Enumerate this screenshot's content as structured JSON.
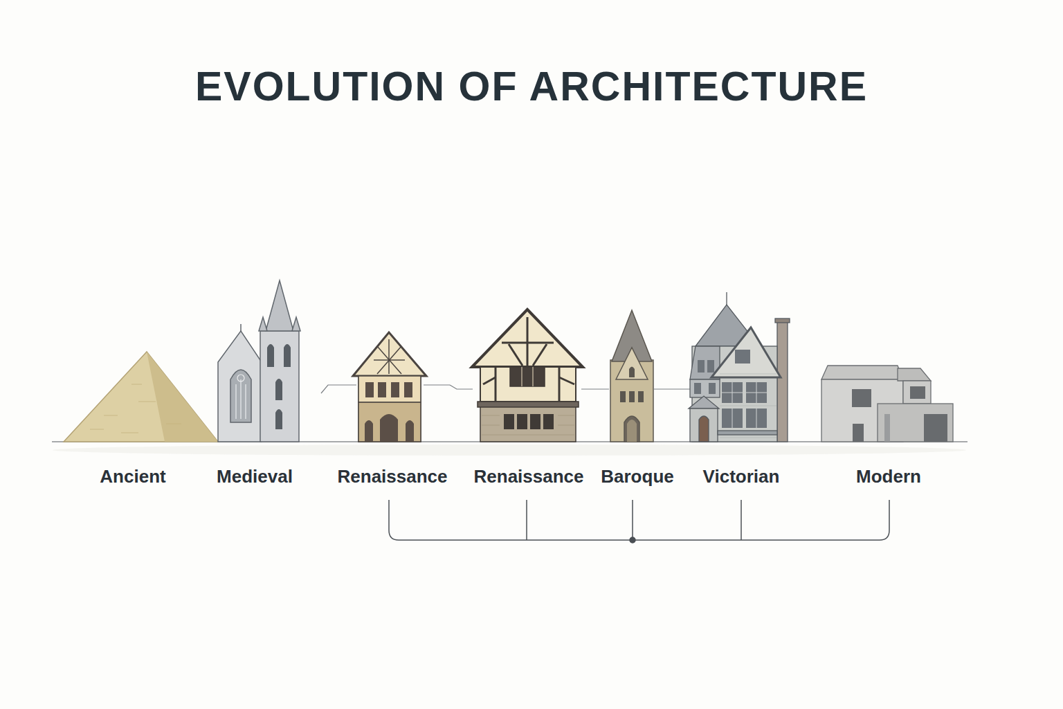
{
  "diagram": {
    "title": "EVOLUTION OF ARCHITECTURE",
    "labels": [
      "Ancient",
      "Medieval",
      "Renaissance",
      "Renaissance",
      "Baroque",
      "Victorian",
      "Modern"
    ]
  }
}
